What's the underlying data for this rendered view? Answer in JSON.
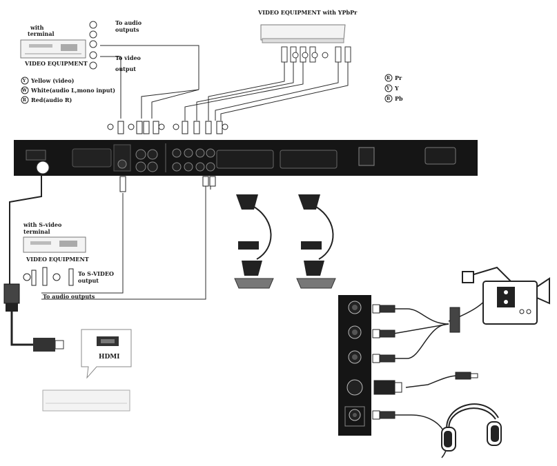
{
  "labels": {
    "ypbpr_equipment": "VIDEO EQUIPMENT with YPbPr",
    "with_terminal": "with",
    "terminal_word": "terminal",
    "video_equipment_top": "VIDEO EQUIPMENT",
    "to_audio_outputs_top": "To audio",
    "outputs_word": "outputs",
    "to_video_output": "To video",
    "output_word": "output",
    "legend_yellow": "Yellow (video)",
    "legend_white": "White(audio L,mono input)",
    "legend_red": "Red(audio R)",
    "legend_pr": "Pr",
    "legend_y": "Y",
    "legend_pb": "Pb",
    "with_svideo": "with S-video",
    "svideo_terminal": "terminal",
    "video_equipment_mid": "VIDEO EQUIPMENT",
    "to_svideo_output": "To S-VIDEO",
    "svideo_output_word": "output",
    "to_audio_outputs_bottom": "To audio outputs",
    "hdmi": "HDMI"
  },
  "legend_letters": {
    "Y": "Y",
    "W": "W",
    "R": "R",
    "PR": "R",
    "PY": "Y",
    "PB": "B"
  },
  "colors": {
    "line": "#2a2a2a",
    "panel": "#151515",
    "panel_detail": "#5a5a5a",
    "device_fill": "#f2f2f2",
    "device_stroke": "#777777"
  }
}
